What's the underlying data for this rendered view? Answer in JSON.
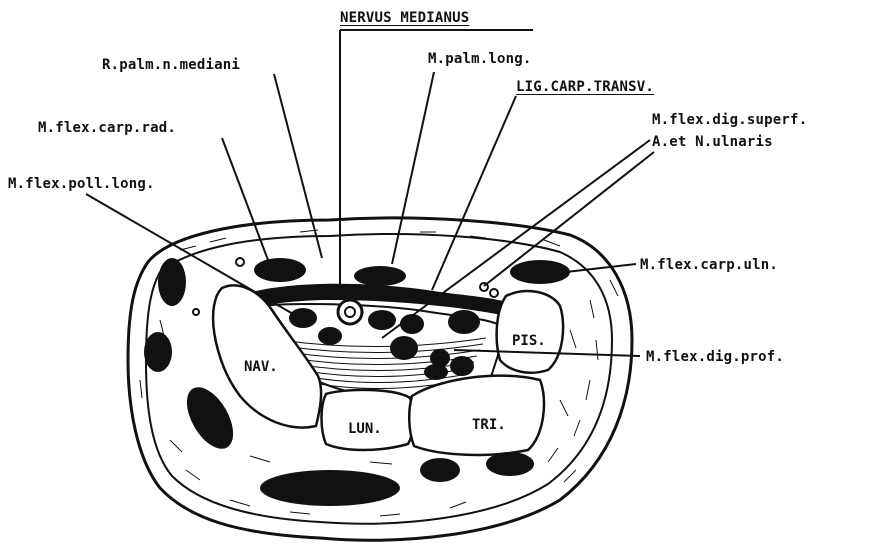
{
  "labels": {
    "nervus_medianus": "NERVUS MEDIANUS",
    "r_palm_n_mediani": "R.palm.n.mediani",
    "m_palm_long": "M.palm.long.",
    "lig_carp_transv": "LIG.CARP.TRANSV.",
    "m_flex_carp_rad": "M.flex.carp.rad.",
    "m_flex_dig_superf": "M.flex.dig.superf.",
    "a_et_n_ulnaris": "A.et N.ulnaris",
    "m_flex_poll_long": "M.flex.poll.long.",
    "m_flex_carp_uln": "M.flex.carp.uln.",
    "m_flex_dig_prof": "M.flex.dig.prof."
  },
  "bones": {
    "nav": "NAV.",
    "lun": "LUN.",
    "tri": "TRI.",
    "pis": "PIS."
  },
  "colors": {
    "ink": "#111111",
    "paper": "#ffffff"
  }
}
